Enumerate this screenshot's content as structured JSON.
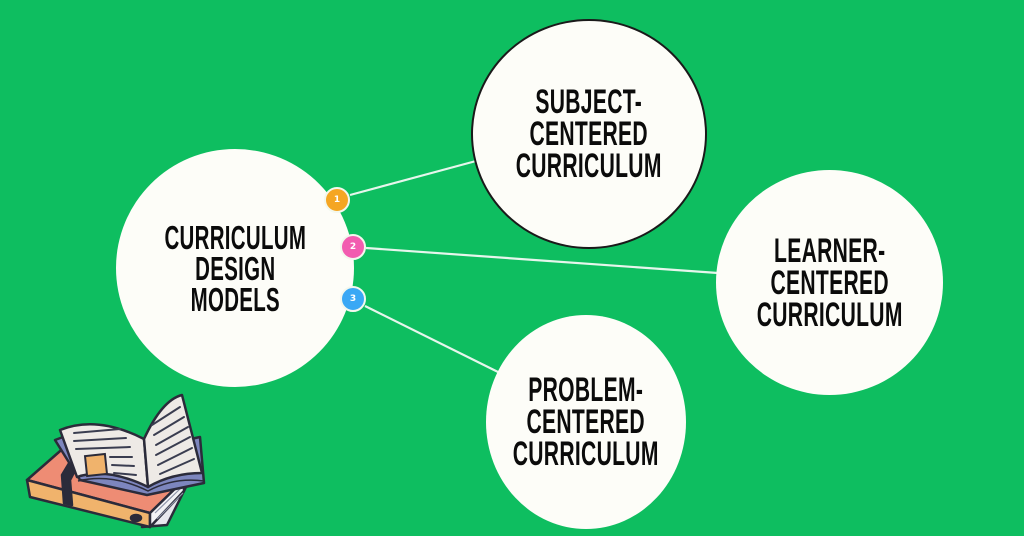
{
  "diagram": {
    "background_color": "#0EBE60",
    "connector_color": "#E6F6EC",
    "center_node": {
      "label_lines": [
        "CURRICULUM",
        "DESIGN",
        "MODELS"
      ]
    },
    "branches": [
      {
        "number": "1",
        "badge_color": "#F5A623",
        "label_lines": [
          "SUBJECT-",
          "CENTERED",
          "CURRICULUM"
        ]
      },
      {
        "number": "2",
        "badge_color": "#F25CB0",
        "label_lines": [
          "LEARNER-",
          "CENTERED",
          "CURRICULUM"
        ]
      },
      {
        "number": "3",
        "badge_color": "#3AA8F5",
        "label_lines": [
          "PROBLEM-",
          "CENTERED",
          "CURRICULUM"
        ]
      }
    ],
    "decoration": {
      "icon": "open-book-stack-icon"
    }
  }
}
